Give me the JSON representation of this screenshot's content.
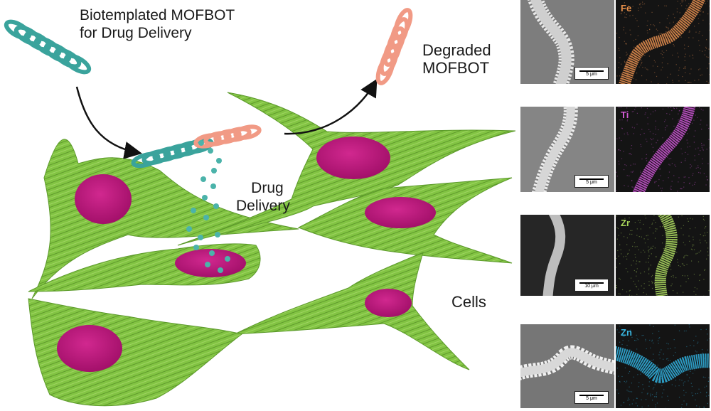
{
  "labels": {
    "biotemplated_line1": "Biotemplated MOFBOT",
    "biotemplated_line2": "for Drug Delivery",
    "degraded_line1": "Degraded",
    "degraded_line2": "MOFBOT",
    "drug_line1": "Drug",
    "drug_line2": "Delivery",
    "cells": "Cells"
  },
  "panels": [
    {
      "element": "Fe",
      "element_color": "#e8904a",
      "map_color": "#d9874b",
      "scale": "5 μm"
    },
    {
      "element": "Ti",
      "element_color": "#d45bd8",
      "map_color": "#c050c8",
      "scale": "5 μm"
    },
    {
      "element": "Zr",
      "element_color": "#a9d65a",
      "map_color": "#a4cf5c",
      "scale": "10 μm"
    },
    {
      "element": "Zn",
      "element_color": "#39b6e0",
      "map_color": "#2fa9d4",
      "scale": "5 μm"
    }
  ],
  "colors": {
    "cell_green": "#7fc241",
    "nucleus_magenta": "#c4157f",
    "helix_teal": "#3aa39c",
    "helix_salmon": "#f19a85",
    "drug_particle": "#4bb3aa"
  }
}
